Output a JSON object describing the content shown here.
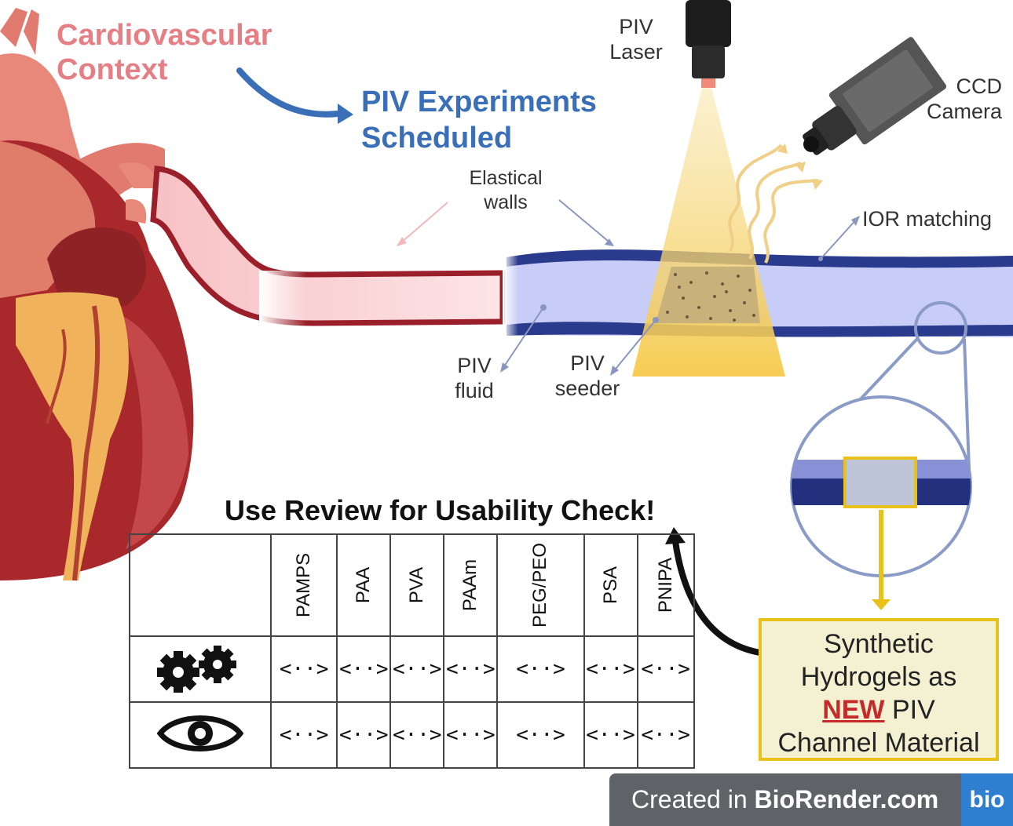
{
  "labels": {
    "cardio_1": "Cardiovascular",
    "cardio_2": "Context",
    "piv_title_1": "PIV Experiments",
    "piv_title_2": "Scheduled",
    "piv_laser_1": "PIV",
    "piv_laser_2": "Laser",
    "ccd_1": "CCD",
    "ccd_2": "Camera",
    "walls_1": "Elastical",
    "walls_2": "walls",
    "ior": "IOR matching",
    "fluid_1": "PIV",
    "fluid_2": "fluid",
    "seeder_1": "PIV",
    "seeder_2": "seeder"
  },
  "table": {
    "title": "Use Review for Usability Check!",
    "columns": [
      "PAMPS",
      "PAA",
      "PVA",
      "PAAm",
      "PEG/PEO",
      "PSA",
      "PNIPA"
    ],
    "row_icons": [
      "gears-icon",
      "eye-icon"
    ],
    "cell_symbol": "<··>"
  },
  "synthetic": {
    "line1": "Synthetic",
    "line2": "Hydrogels as",
    "new_word": "NEW",
    "line3_rest": " PIV",
    "line4": "Channel Material"
  },
  "footer": {
    "prefix": "Created in ",
    "brand": "BioRender.com",
    "logo": "bio"
  },
  "colors": {
    "cardio_text": "#e57f85",
    "piv_text": "#3a6fb8",
    "channel": "#2a3a8c",
    "laser": "#f5c94a",
    "highlight": "#e8c21a",
    "new_text": "#c42a2a"
  }
}
